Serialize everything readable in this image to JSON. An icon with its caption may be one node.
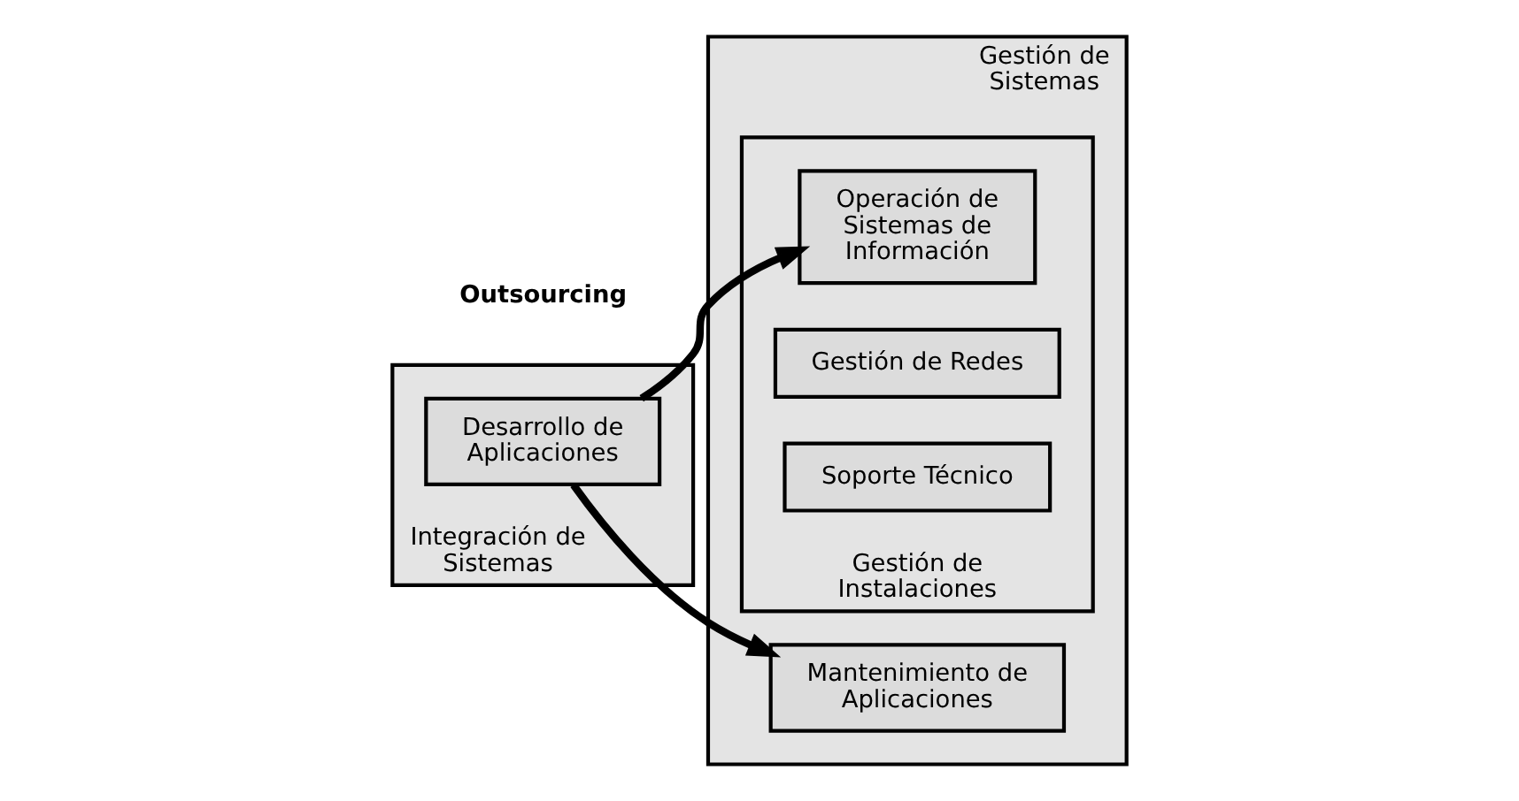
{
  "diagram": {
    "nodes": [
      {
        "text": [
          "Integración de Sistemas"
        ]
      },
      {
        "text": [
          "Desarrollo de Aplicaciones"
        ],
        "in": 0
      },
      {
        "text": [
          "Gestión de Sistemas"
        ]
      },
      {
        "text": [
          "Mantenimiento de Aplicaciones"
        ],
        "in": 2
      },
      {
        "text": [
          "Gestión de Instalaciones"
        ],
        "in": 2
      },
      {
        "text": [
          "Operación de Sistemas de Información"
        ],
        "in": 4
      },
      {
        "text": [
          "Gestión de Redes"
        ],
        "in": 4
      },
      {
        "text": [
          "Soporte Técnico"
        ],
        "in": 4
      }
    ],
    "edges": [
      {
        "from": 1,
        "to": 3,
        "arrow": "to"
      },
      {
        "from": 1,
        "to": 5,
        "arrow": "to"
      }
    ],
    "labels": [
      "Outsourcing"
    ]
  }
}
